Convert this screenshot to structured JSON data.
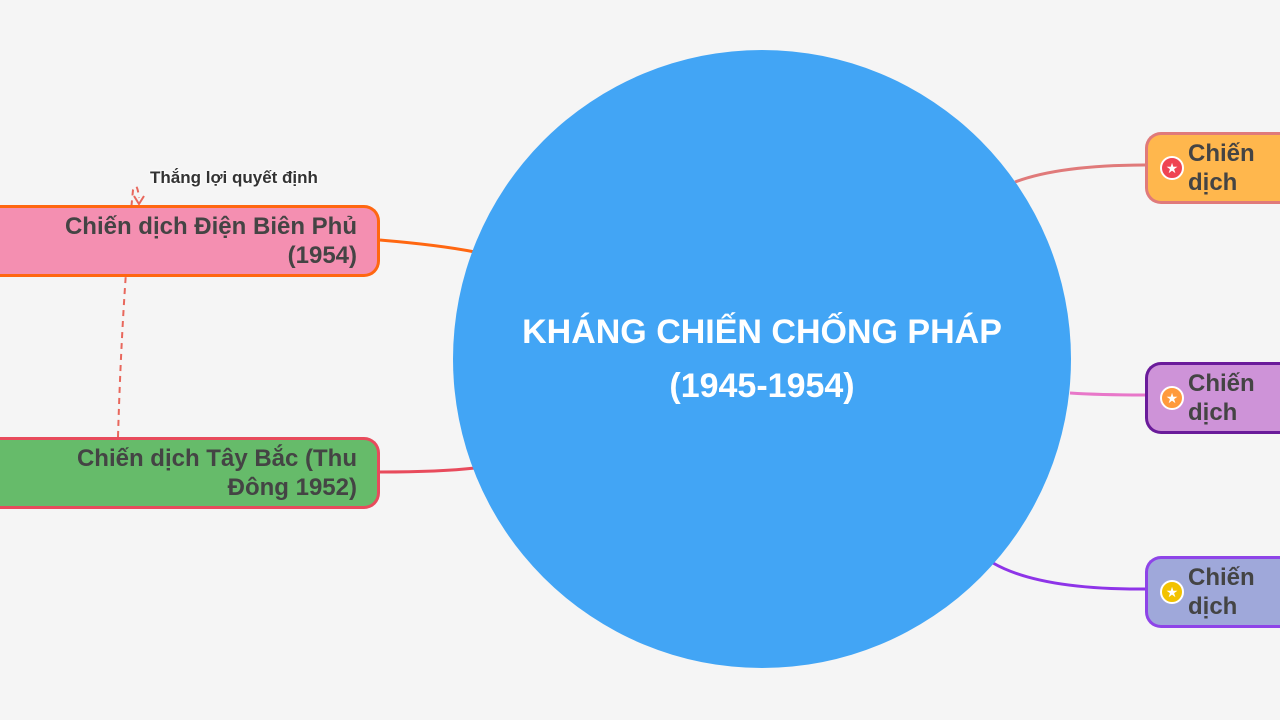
{
  "central": {
    "title_line1": "KHÁNG CHIẾN CHỐNG PHÁP",
    "title_line2": "(1945-1954)"
  },
  "left_nodes": [
    {
      "label": "Chiến dịch Điện Biên Phủ (1954)",
      "fill": "#f48fb1",
      "border": "#ff6711"
    },
    {
      "label": "Chiến dịch Tây Bắc (Thu Đông 1952)",
      "fill": "#66bb6a",
      "border": "#e84b5c"
    }
  ],
  "right_nodes": [
    {
      "label": "Chiến dịch",
      "fill": "#ffb74d",
      "border": "#e07a7a",
      "icon": "star-icon",
      "icon_color": "#ef4452"
    },
    {
      "label": "Chiến dịch",
      "fill": "#ce93d8",
      "border": "#6a1b9a",
      "icon": "star-icon",
      "icon_color": "#ff9a3c"
    },
    {
      "label": "Chiến dịch",
      "fill": "#9fa8da",
      "border": "#8e44e8",
      "icon": "star-icon",
      "icon_color": "#f2c200"
    }
  ],
  "relationship": {
    "label": "Thắng lợi quyết định",
    "color": "#e8675c"
  }
}
